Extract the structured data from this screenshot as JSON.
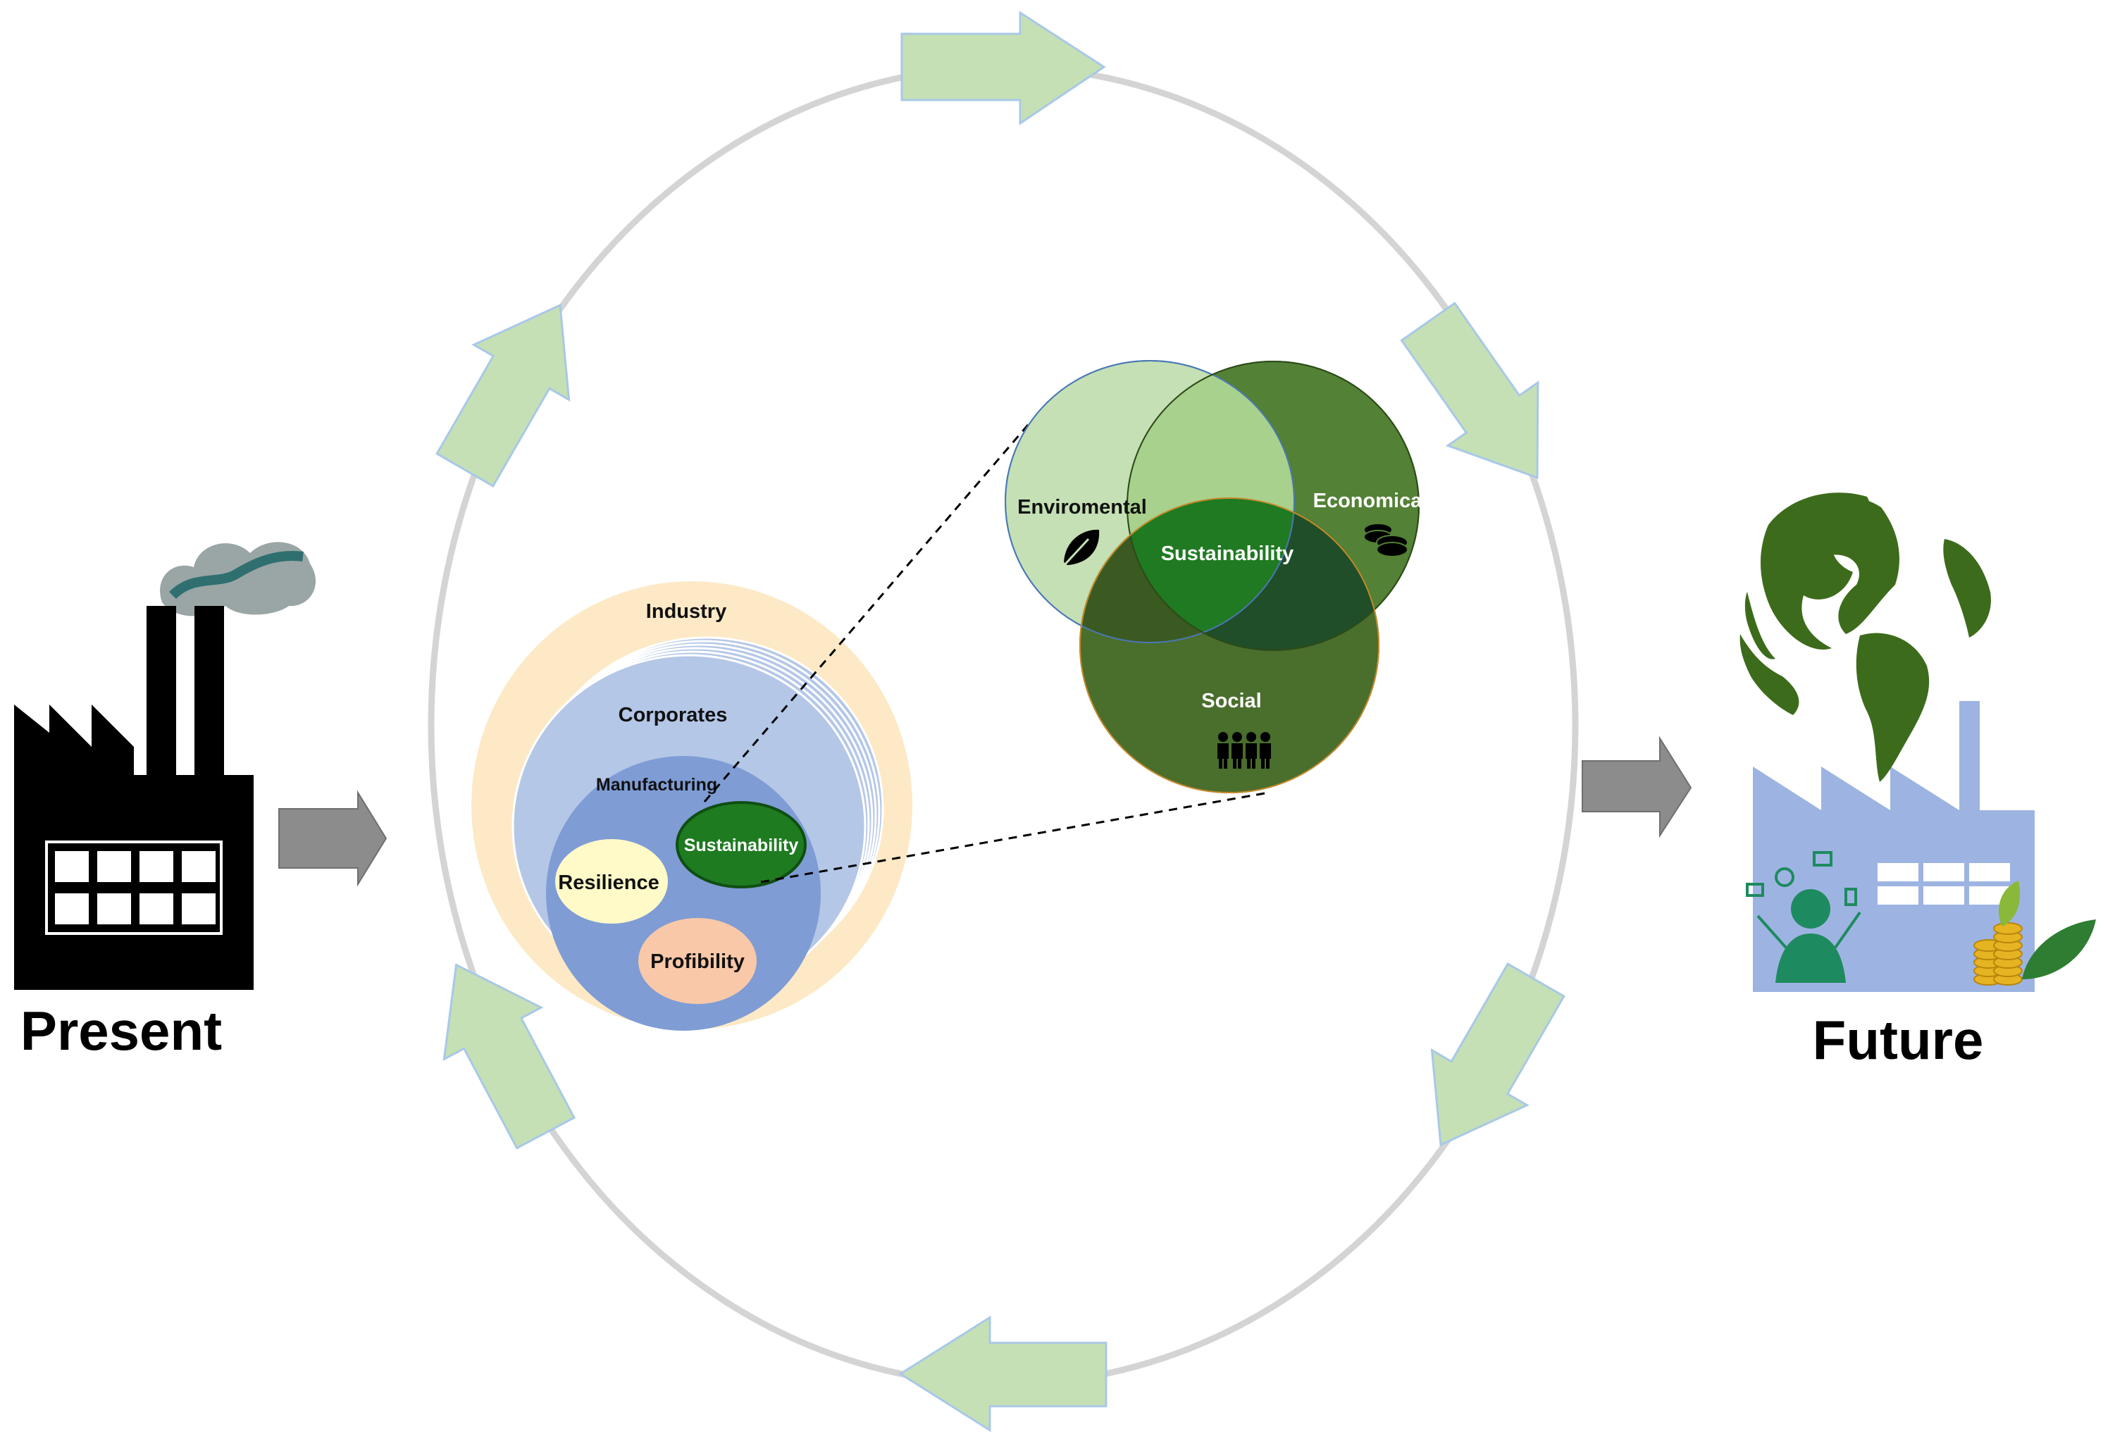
{
  "stages": {
    "present": "Present",
    "future": "Future"
  },
  "nested": {
    "industry": "Industry",
    "corporates": "Corporates",
    "manufacturing": "Manufacturing",
    "sustainability": "Sustainability",
    "resilience": "Resilience",
    "profibility": "Profibility"
  },
  "venn": {
    "environmental": "Enviromental",
    "economical": "Economical",
    "social": "Social",
    "center": "Sustainability"
  },
  "colors": {
    "cycle_ring": "#d4d4d4",
    "cycle_arrow": "#c5e0b4",
    "industry": "#fde9c6",
    "corporates": "#b4c7e7",
    "manufacturing": "#7f9cd5",
    "sustainability": "#1e7b20",
    "resilience": "#fffac8",
    "profibility": "#f8c8a8",
    "venn_environmental": "#c5e0b4",
    "venn_economical": "#538135",
    "venn_social": "#4a6e2c",
    "venn_center": "#1f7a22",
    "transition_arrow": "#8c8c8c",
    "future_factory": "#9db4e2"
  }
}
